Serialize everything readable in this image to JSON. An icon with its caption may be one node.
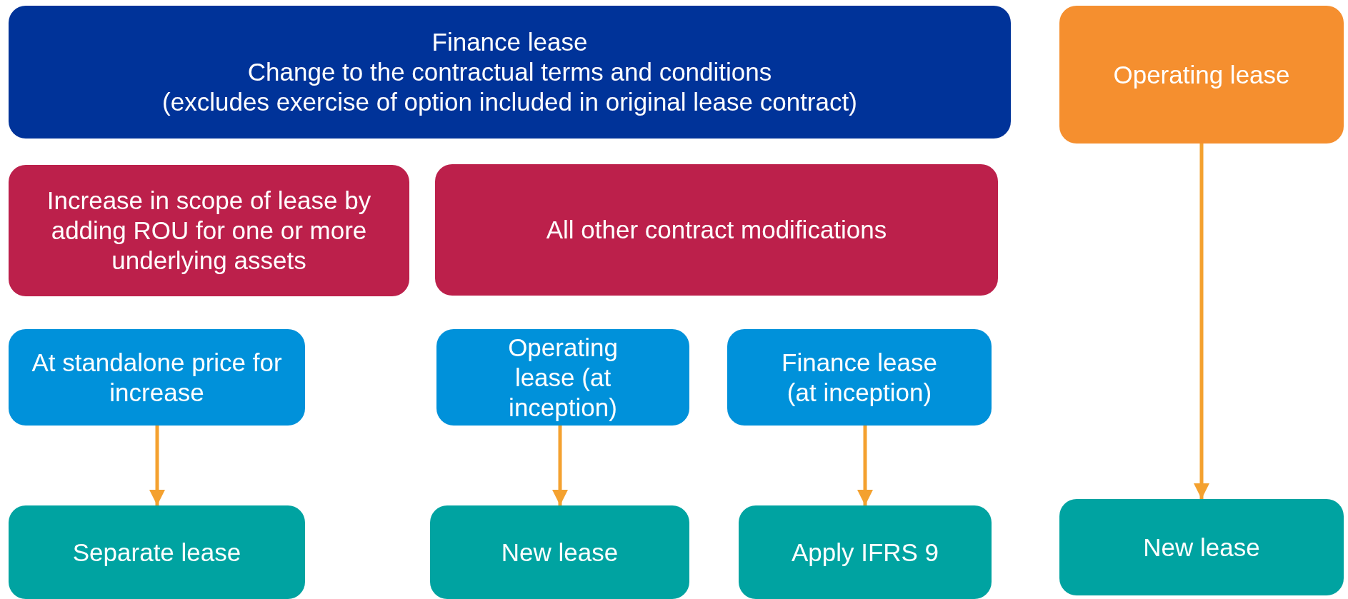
{
  "diagram": {
    "nodes": [
      {
        "text": [
          "Finance lease",
          "Change to the contractual terms and conditions",
          "(excludes exercise of option included in original lease contract)"
        ]
      },
      {
        "text": [
          "Operating lease"
        ]
      },
      {
        "text": [
          "Increase in scope of lease by adding ROU for one or more underlying assets"
        ]
      },
      {
        "text": [
          "All other contract modifications"
        ]
      },
      {
        "text": [
          "At standalone price for increase"
        ]
      },
      {
        "text": [
          "Operating lease (at inception)"
        ]
      },
      {
        "text": [
          "Finance lease (at inception)"
        ]
      },
      {
        "text": [
          "Separate lease"
        ]
      },
      {
        "text": [
          "New lease"
        ]
      },
      {
        "text": [
          "Apply IFRS 9"
        ]
      },
      {
        "text": [
          "New lease"
        ]
      }
    ],
    "edges": [
      {
        "from": 4,
        "to": 7,
        "arrow": "to"
      },
      {
        "from": 5,
        "to": 8,
        "arrow": "to"
      },
      {
        "from": 6,
        "to": 9,
        "arrow": "to"
      },
      {
        "from": 1,
        "to": 10,
        "arrow": "to"
      }
    ]
  }
}
